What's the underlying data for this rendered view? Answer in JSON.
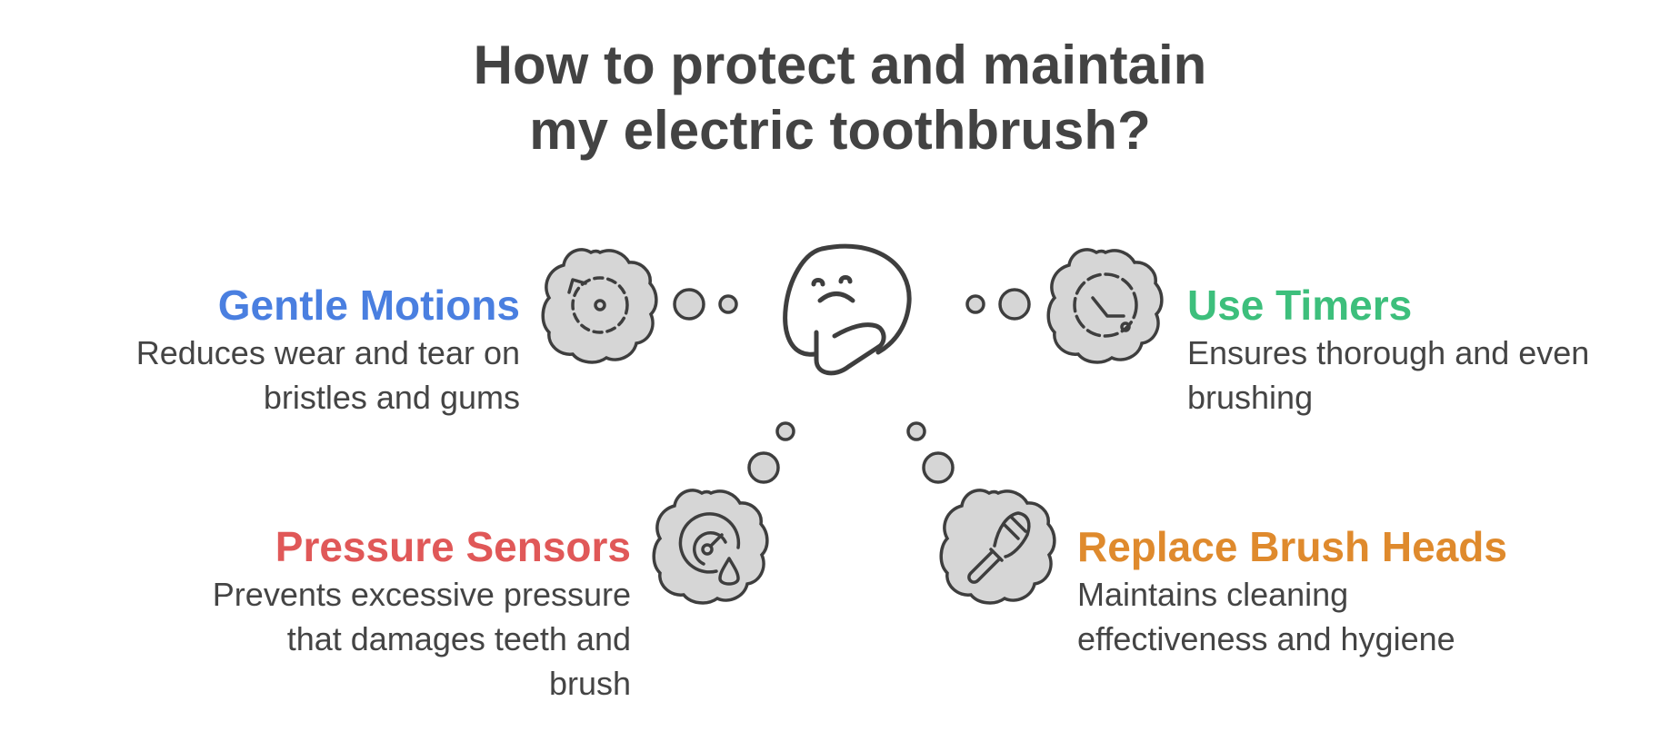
{
  "title": {
    "line1": "How to protect and maintain",
    "line2": "my electric toothbrush?"
  },
  "items": [
    {
      "heading": "Gentle Motions",
      "desc_lines": [
        "Reduces wear and tear on",
        "bristles and gums"
      ],
      "color": "#4a7fe0",
      "icon": "rotate-icon"
    },
    {
      "heading": "Use Timers",
      "desc_lines": [
        "Ensures thorough and even",
        "brushing"
      ],
      "color": "#3dbf7c",
      "icon": "timer-icon"
    },
    {
      "heading": "Pressure Sensors",
      "desc_lines": [
        "Prevents excessive pressure",
        "that damages teeth and",
        "brush"
      ],
      "color": "#e05858",
      "icon": "pressure-gauge-icon"
    },
    {
      "heading": "Replace Brush Heads",
      "desc_lines": [
        "Maintains cleaning",
        "effectiveness and hygiene"
      ],
      "color": "#df8a2d",
      "icon": "brush-icon"
    }
  ],
  "center_icon": "thinking-face-icon",
  "colors": {
    "cloud_fill": "#d6d6d6",
    "stroke": "#3e3e3e",
    "text": "#444444"
  }
}
